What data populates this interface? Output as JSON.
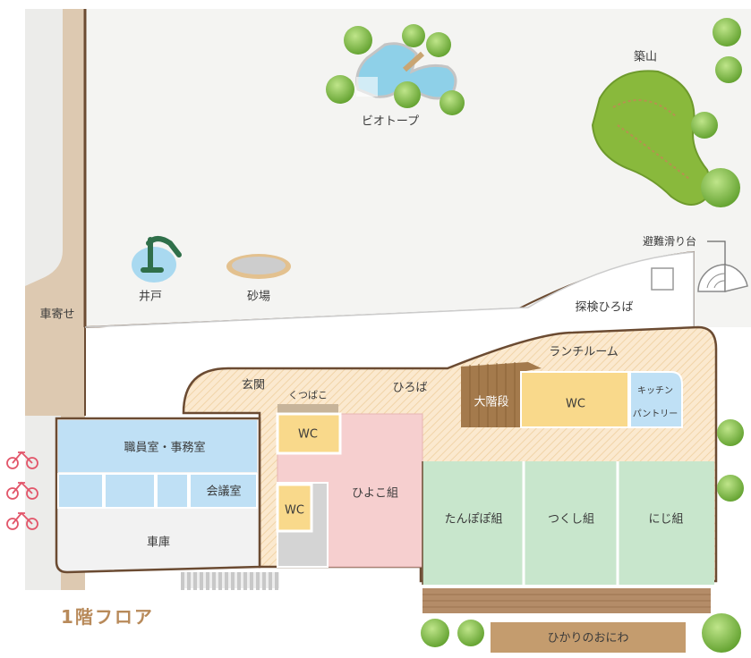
{
  "floor_title": "1階フロア",
  "outdoor": {
    "biotope": "ビオトープ",
    "tsukiyama": "築山",
    "evac_slide": "避難滑り台",
    "well": "井戸",
    "sandbox": "砂場",
    "drop_off": "車寄せ",
    "exploration_plaza": "探検ひろば",
    "garden": "ひかりのおにわ"
  },
  "rooms": {
    "lunch_room": "ランチルーム",
    "entrance": "玄関",
    "shoe_box": "くつばこ",
    "hiroba": "ひろば",
    "grand_stairs": "大階段",
    "wc": "WC",
    "kitchen": "キッチン",
    "pantry": "パントリー",
    "staff_office": "職員室・事務室",
    "meeting_room": "会議室",
    "garage": "車庫",
    "hiyoko": "ひよこ組",
    "tanpopo": "たんぽぽ組",
    "tsukushi": "つくし組",
    "niji": "にじ組"
  },
  "colors": {
    "ground": "#f4f4f2",
    "road": "#dcc8b0",
    "wall": "#6b4b32",
    "hall": "#fbe9cf",
    "office": "#bfe0f5",
    "wc": "#f9d98b",
    "classroom_green": "#c8e6cc",
    "classroom_pink": "#f6cfcf",
    "stairs": "#a47a4c",
    "deck": "#b48c68",
    "tree": "#76b843"
  }
}
